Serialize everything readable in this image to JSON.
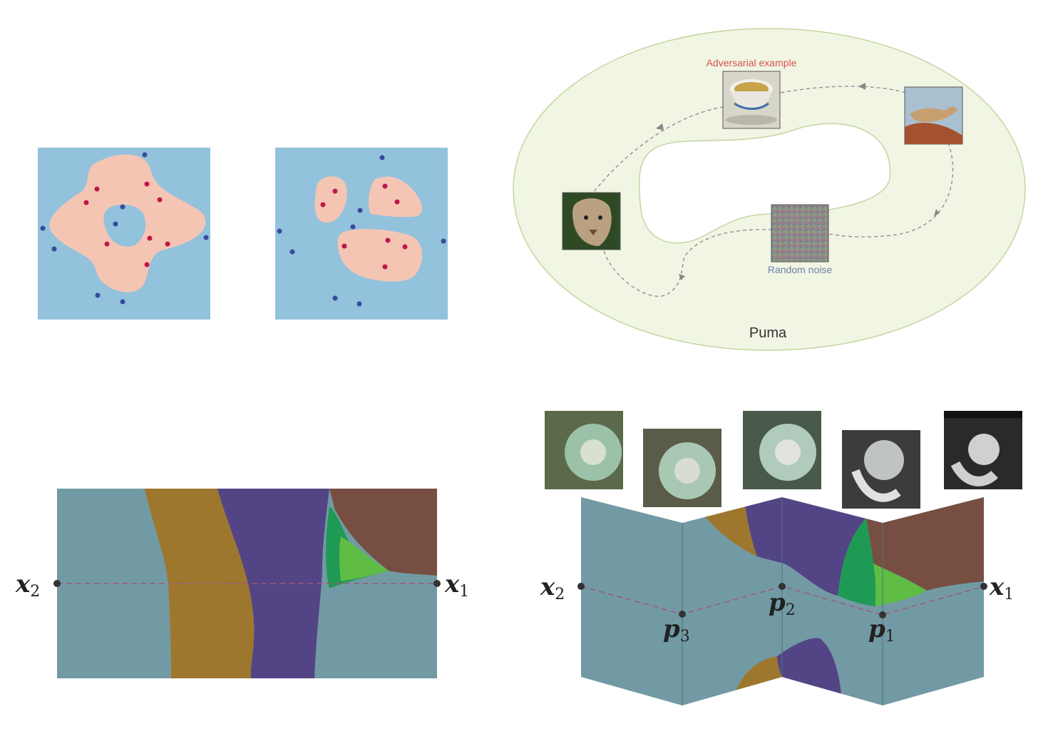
{
  "labels": {
    "adversarial": "Adversarial example",
    "random_noise": "Random noise",
    "manifold": "Puma",
    "x1": "x",
    "x1_sub": "1",
    "x2": "x",
    "x2_sub": "2",
    "p1": "p",
    "p1_sub": "1",
    "p2": "p",
    "p2_sub": "2",
    "p3": "p",
    "p3_sub": "3"
  },
  "colors": {
    "panel_bg": "#93c2dc",
    "region": "#f5c5b4",
    "dot_inside": "#c0164a",
    "dot_outside": "#3a4a9a",
    "manifold_fill": "#f1f5e4",
    "manifold_edge": "#c4d6a0",
    "adversarial_text": "#d9534f",
    "noise_text": "#6d7fa8",
    "class_teal": "#729aa4",
    "class_gold": "#9e772e",
    "class_purple": "#534585",
    "class_brown": "#774f42",
    "class_dkgreen": "#1e9a55",
    "class_ltgreen": "#5fbd45",
    "point": "#333333"
  },
  "icons": [
    "cup-photo",
    "puma-photo-leaping",
    "puma-face-photo",
    "random-noise-image",
    "rotary-phone-photo"
  ]
}
